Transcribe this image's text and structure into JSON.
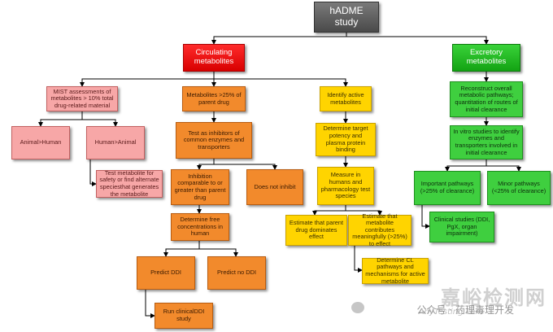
{
  "nodes": {
    "root": "hADME study",
    "circulating": "Circulating metabolites",
    "excretory": "Excretory metabolites",
    "mist": "MIST assessments of metabolites > 10% total drug-related material",
    "animal_gt_human": "Animal>Human",
    "human_gt_animal": "Human>Animal",
    "test_safety": "Test metabolite for safety or find alternate speciesthat generates the metabolite",
    "parent25": "Metabolites >25% of parent drug",
    "inhibitors": "Test as inhibitors of common enzymes and transporters",
    "inhib_comparable": "Inhibition comparable to or greater than parent drug",
    "not_inhibit": "Does not inhibit",
    "free_conc": "Determine free concentrations in human",
    "predict_ddi": "Predict DDI",
    "predict_no_ddi": "Predict no DDI",
    "clinical_ddi": "Run clinicalDDI study",
    "identify_active": "Identify active metabolites",
    "target_potency": "Determine target potency and plasma protein binding",
    "measure_species": "Measure in humans and pharmacology test species",
    "parent_dominates": "Estimate that parent drug dominates effect",
    "metab_contributes": "Estimate that metabolite contributes meaningfully (>25%) to effect",
    "cl_pathways": "Determine CL pathways and mechanisms for active metabolite",
    "reconstruct": "Reconstruct overall metabolic pathways; quantitation of routes of initial clearance",
    "in_vitro": "In vitro studies to identify enzymes and transporters involved in initial clearance",
    "important_path": "Important pathways (>25% of clearance)",
    "minor_path": "Minor pathways (<25% of clearance)",
    "clinical_ddi_pgx": "Clinical studies (DDI, PgX, organ impairment)"
  },
  "watermark": {
    "brand": "嘉峪检测网",
    "url": "AnyTesting.com",
    "account": "公众号 · 药理毒理开发"
  },
  "colors": {
    "root": "#5a5a5a",
    "circulating": "#ee1111",
    "excretory": "#22bb22",
    "mist_branch": "#f7a7a7",
    "parent_branch": "#f28a2c",
    "active_branch": "#ffd400",
    "excretory_branch": "#3fcf3f",
    "connector": "#000000"
  }
}
